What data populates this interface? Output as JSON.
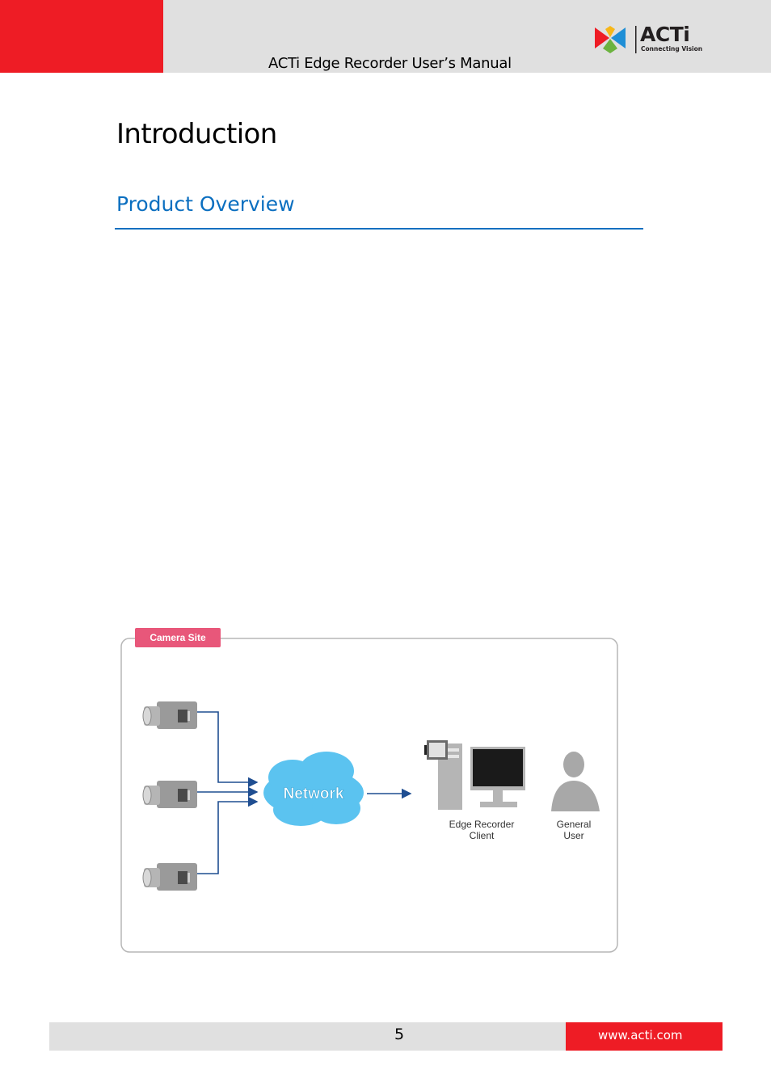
{
  "header": {
    "title": "ACTi Edge Recorder User’s Manual",
    "logo_text": "ACTi",
    "logo_tagline": "Connecting Vision"
  },
  "page": {
    "title": "Introduction",
    "section_title": "Product Overview"
  },
  "diagram": {
    "site_label": "Camera Site",
    "network_label": "Network",
    "client_label_line1": "Edge Recorder",
    "client_label_line2": "Client",
    "user_label_line1": "General",
    "user_label_line2": "User"
  },
  "footer": {
    "page_number": "5",
    "url": "www.acti.com"
  },
  "colors": {
    "brand_red": "#ee1c25",
    "accent_blue": "#0b6fc0",
    "site_badge": "#e8577a",
    "network_cloud": "#5bc3f0",
    "arrow": "#1f4e91"
  }
}
